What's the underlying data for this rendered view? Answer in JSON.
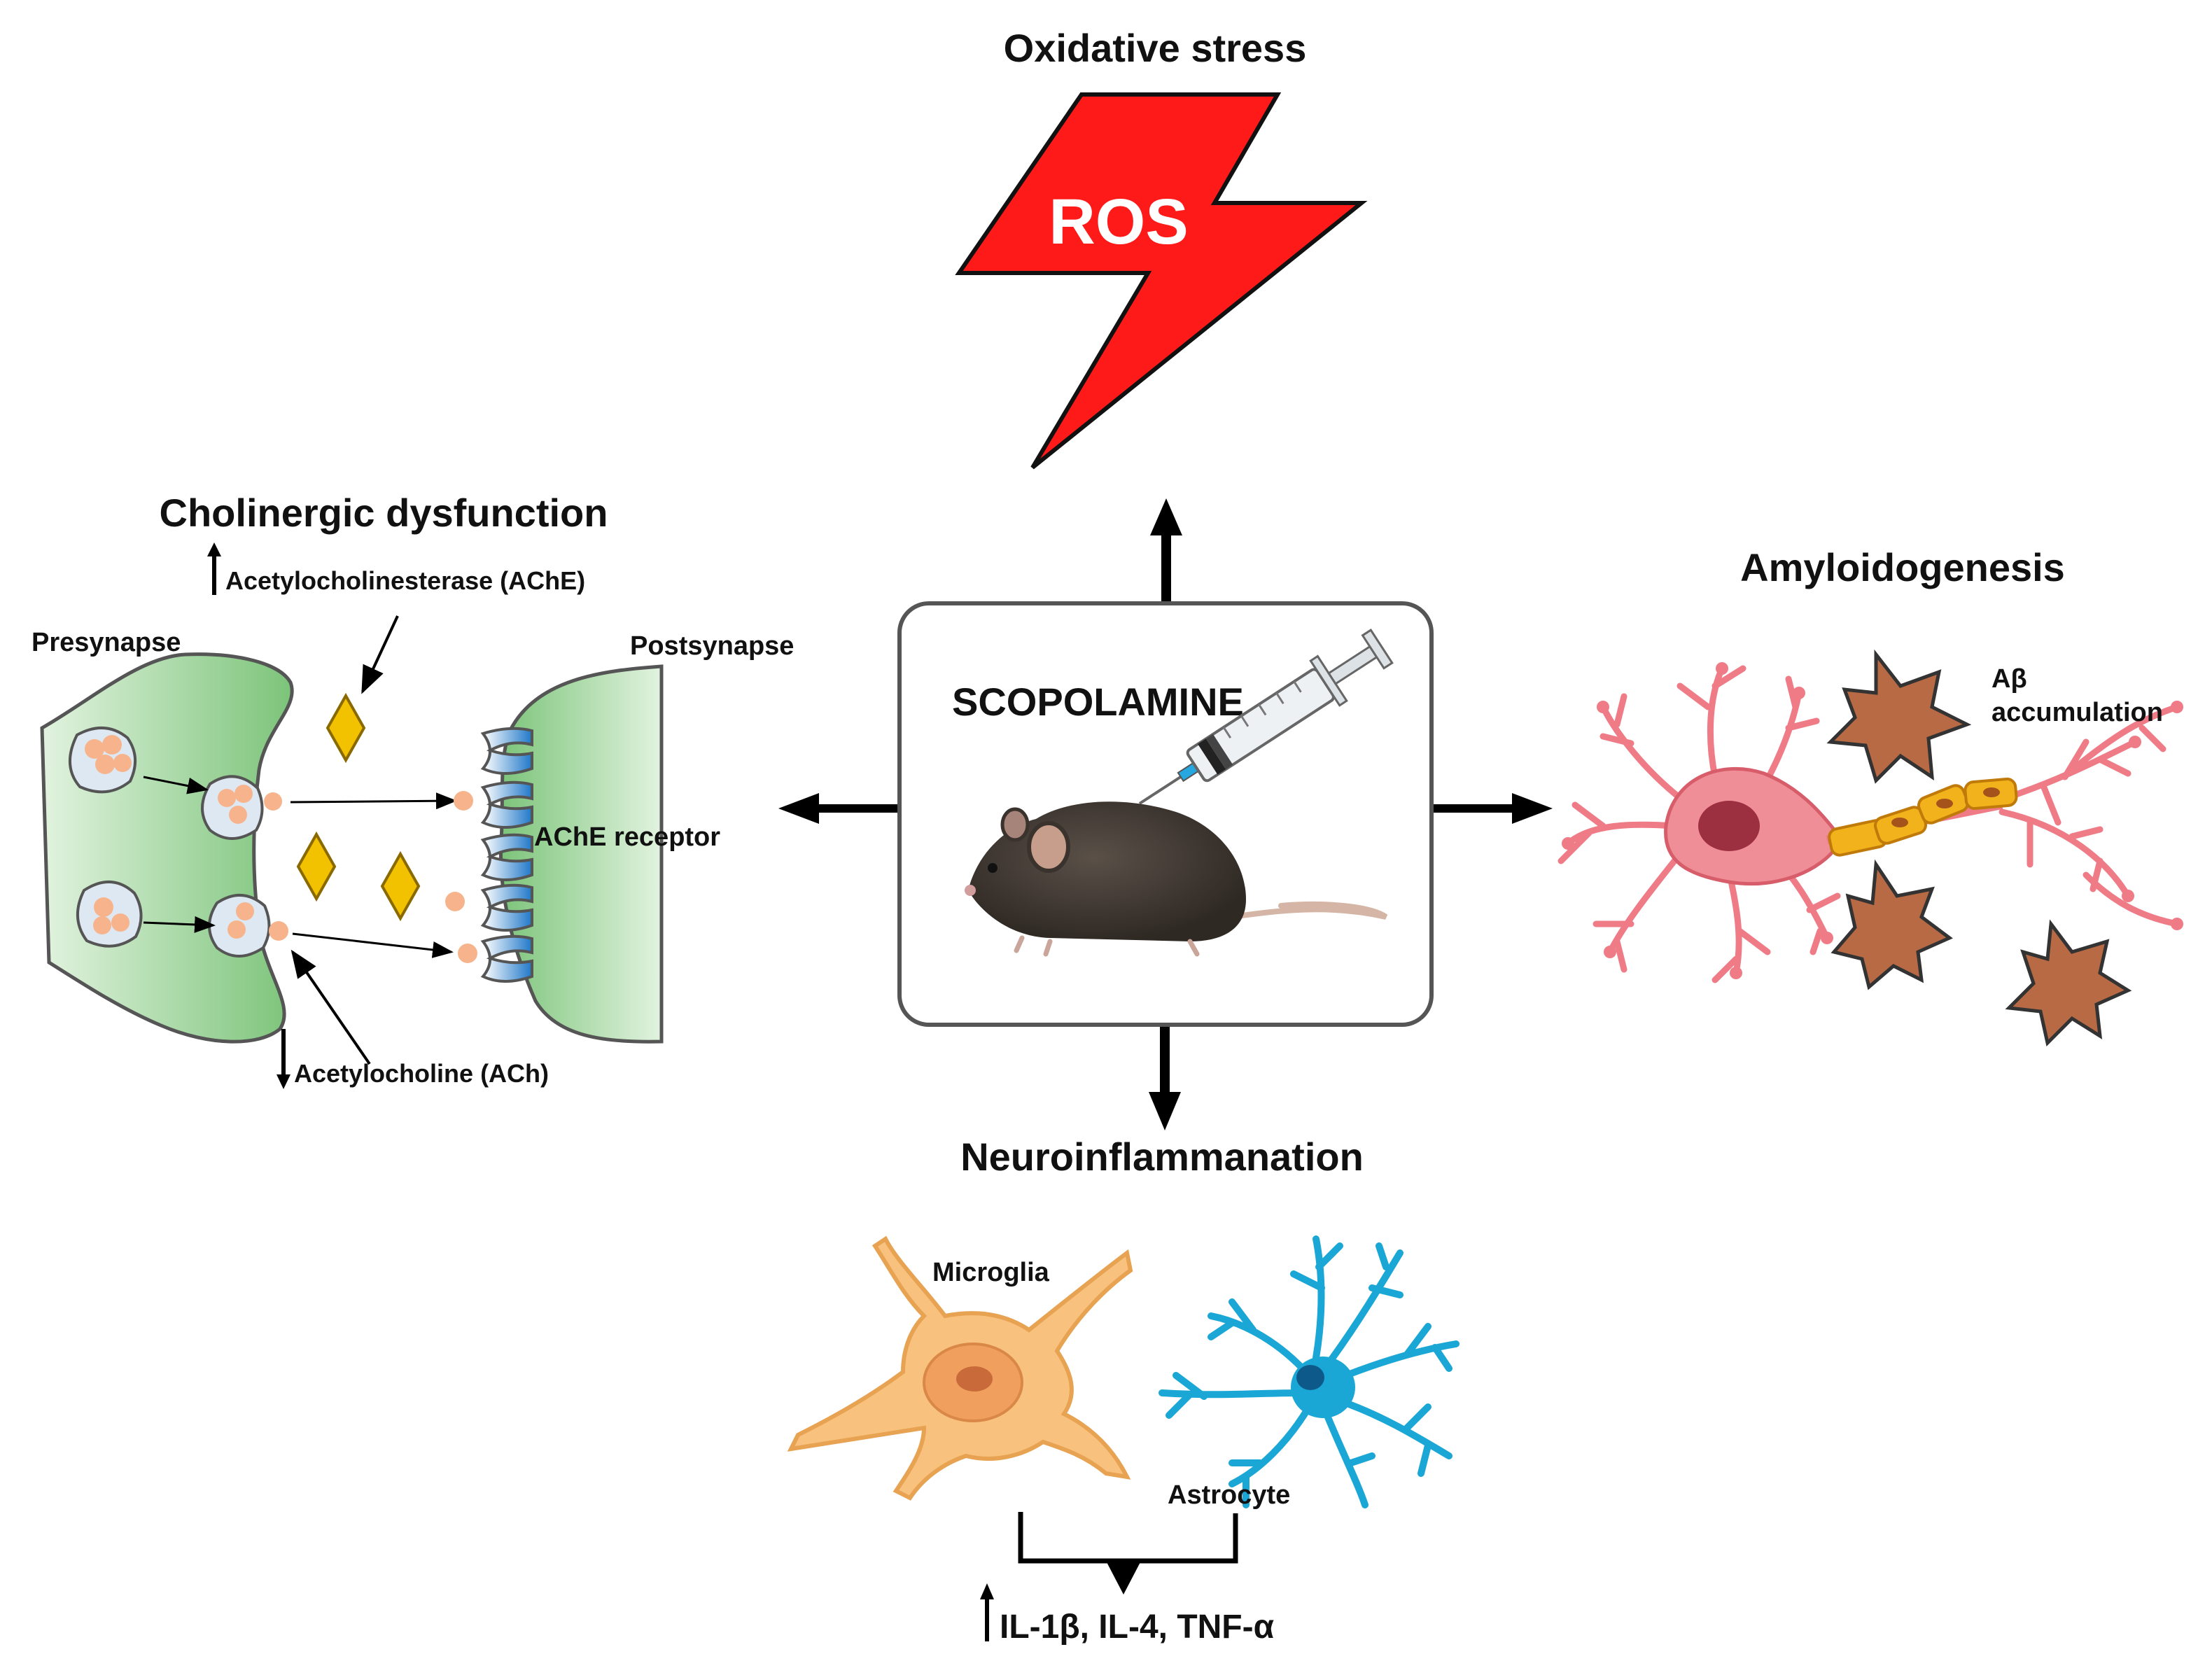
{
  "oxidative": {
    "title": "Oxidative stress",
    "ros": "ROS"
  },
  "center": {
    "title": "SCOPOLAMINE"
  },
  "cholinergic": {
    "title": "Cholinergic dysfunction",
    "ache_up": "Acetylocholinesterase (AChE)",
    "presynapse": "Presynapse",
    "postsynapse": "Postsynapse",
    "receptor": "AChE receptor",
    "ach_down": "Acetylocholine (ACh)"
  },
  "amyloid": {
    "title": "Amyloidogenesis",
    "abeta_1": "Aβ",
    "abeta_2": "accumulation"
  },
  "neuroinflammation": {
    "title": "Neuroinflammanation",
    "microglia": "Microglia",
    "astrocyte": "Astrocyte",
    "cytokines": "IL-1β, IL-4, TNF-α"
  },
  "colors": {
    "ros_red": "#ff1a1a",
    "synapse_green": "#7cc47a",
    "microglia": "#f8c27e",
    "astrocyte": "#1ba7d6",
    "neuron": "#ef7b86",
    "amyloid": "#b86a45",
    "ach_diamond": "#f2c200",
    "mouse": "#3e3731"
  }
}
